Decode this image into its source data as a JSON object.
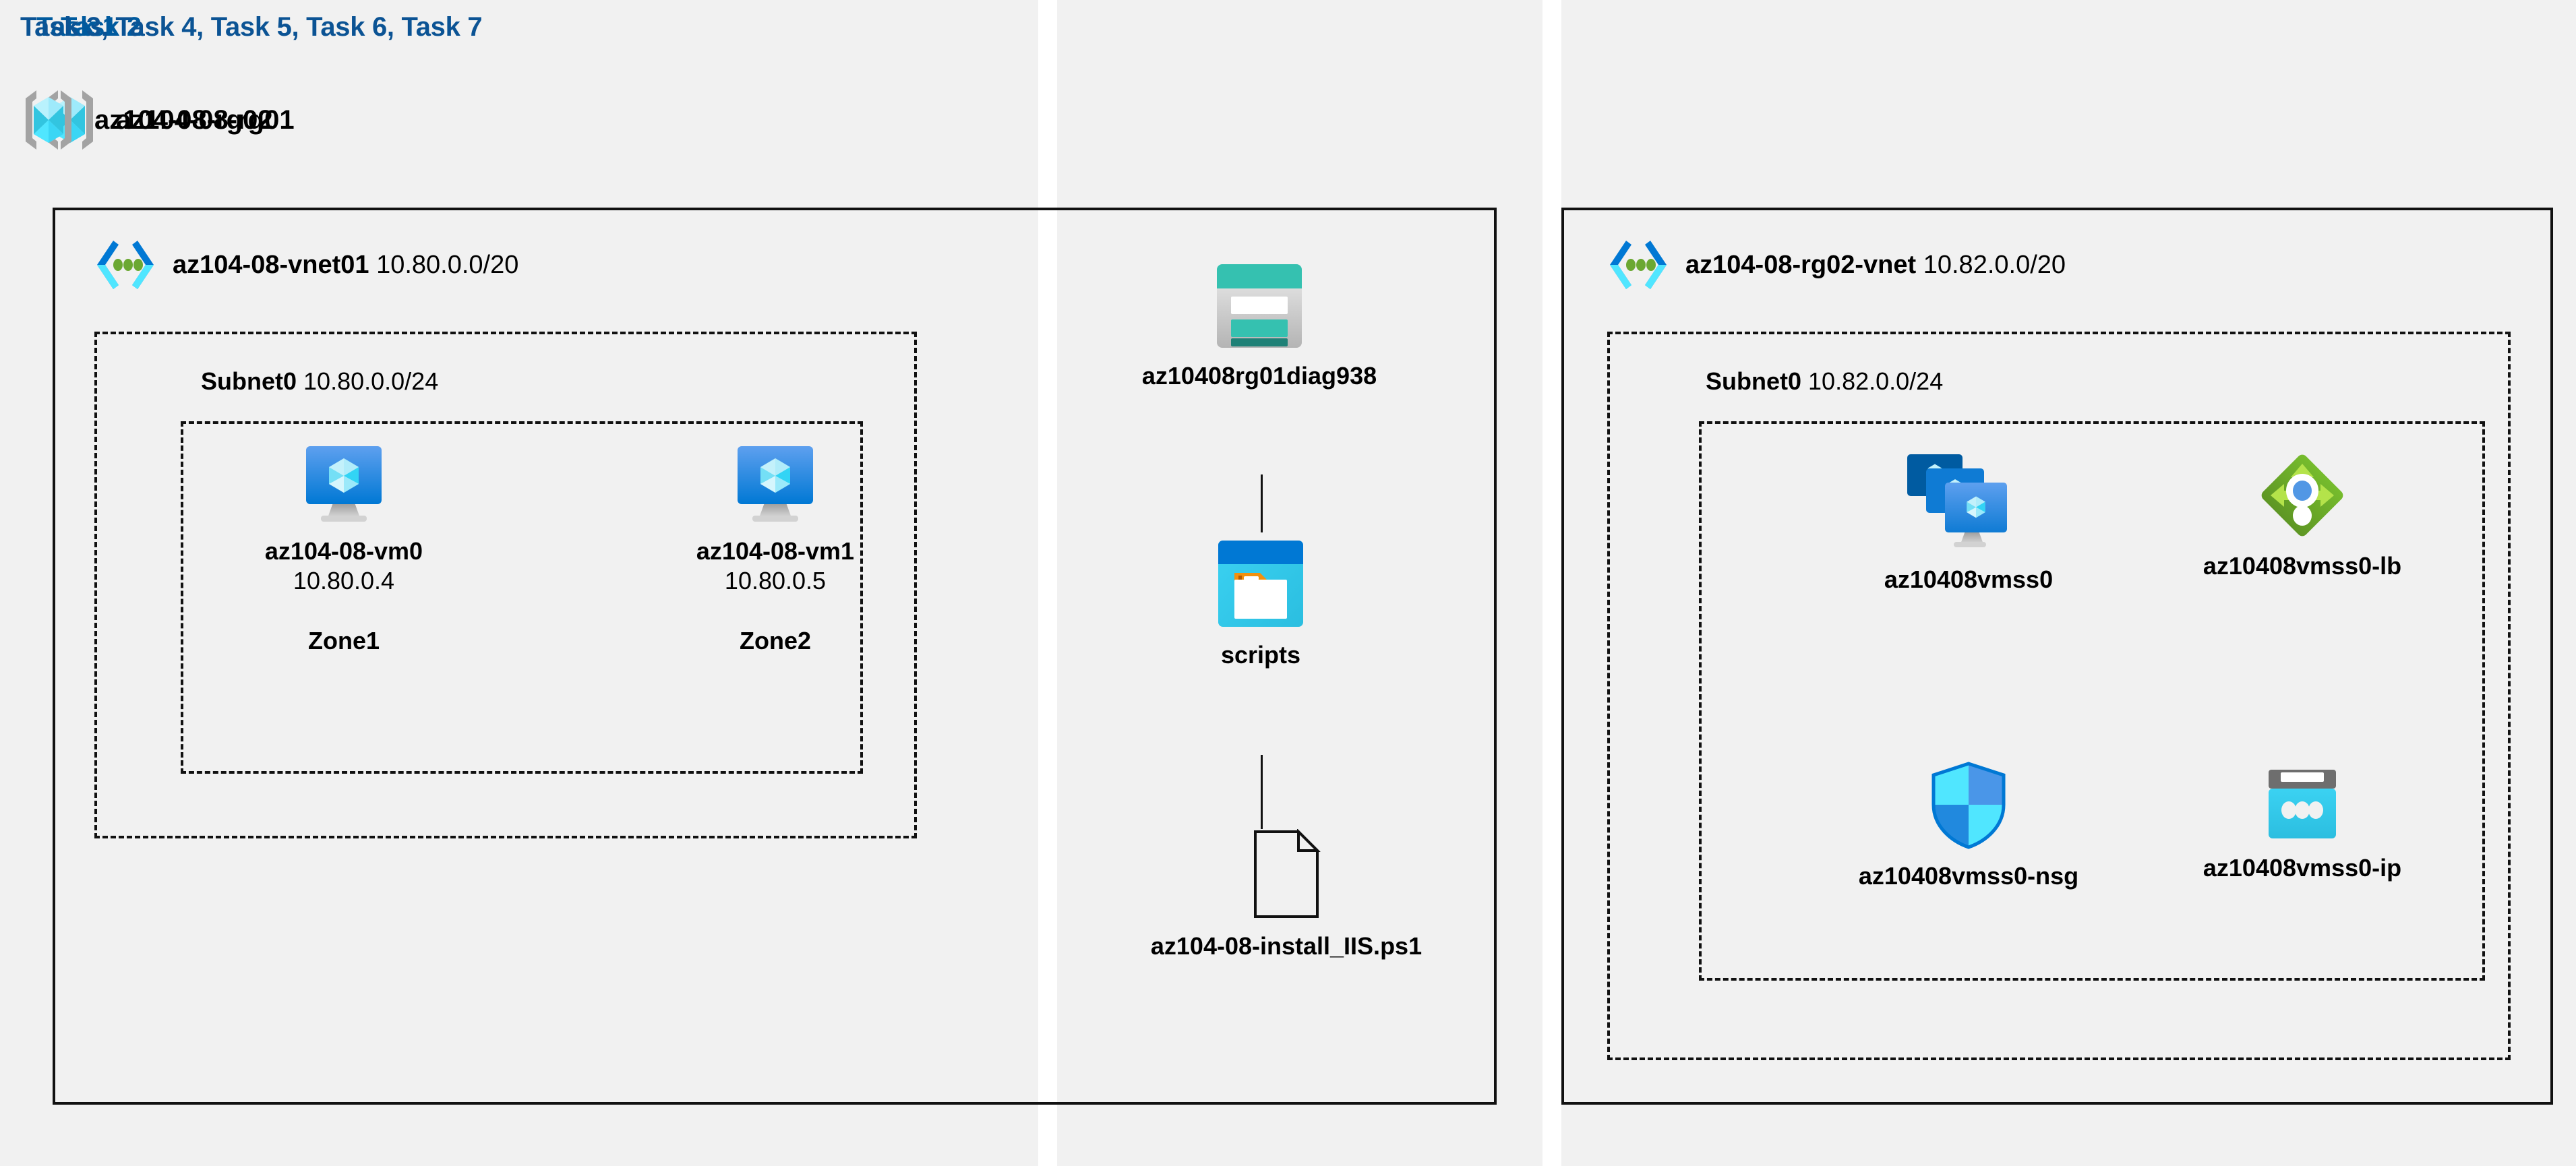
{
  "colors": {
    "panel_bg": "#f1f1f1",
    "page_bg": "#ffffff",
    "task_heading_blue": "#005A9E",
    "task_heading_blue_dark": "#0B5394",
    "border_black": "#111111",
    "azure_blue": "#0078D4",
    "azure_cyan": "#32D4F5",
    "storage_teal": "#35C1B0",
    "storage_teal_dark": "#1F8177",
    "lb_green": "#5E9624",
    "lb_green_light": "#9BD02F",
    "folder_orange": "#F2900D"
  },
  "panels": [
    {
      "id": "task1",
      "heading": "Task 1",
      "resource_group": {
        "name": "az104-08-rg01",
        "icon": "resource-group-icon"
      },
      "vnet": {
        "name": "az104-08-vnet01",
        "cidr": "10.80.0.0/20",
        "icon": "virtual-network-icon"
      },
      "subnet": {
        "name": "Subnet0",
        "cidr": "10.80.0.0/24"
      },
      "vms": [
        {
          "name": "az104-08-vm0",
          "ip": "10.80.0.4",
          "zone": "Zone1",
          "icon": "virtual-machine-icon"
        },
        {
          "name": "az104-08-vm1",
          "ip": "10.80.0.5",
          "zone": "Zone2",
          "icon": "virtual-machine-icon"
        }
      ]
    },
    {
      "id": "task2",
      "heading": "Task 2",
      "items": [
        {
          "name": "az10408rg01diag938",
          "icon": "storage-account-icon"
        },
        {
          "name": "scripts",
          "icon": "blob-container-icon"
        },
        {
          "name": "az104-08-install_IIS.ps1",
          "icon": "script-file-icon"
        }
      ]
    },
    {
      "id": "task3",
      "heading": "Task 3, Task 4, Task 5, Task 6, Task 7",
      "resource_group": {
        "name": "az104-08-rg02",
        "icon": "resource-group-icon"
      },
      "vnet": {
        "name": "az104-08-rg02-vnet",
        "cidr": "10.82.0.0/20",
        "icon": "virtual-network-icon"
      },
      "subnet": {
        "name": "Subnet0",
        "cidr": "10.82.0.0/24"
      },
      "resources": [
        {
          "name": "az10408vmss0",
          "icon": "vm-scale-set-icon"
        },
        {
          "name": "az10408vmss0-lb",
          "icon": "load-balancer-icon"
        },
        {
          "name": "az10408vmss0-nsg",
          "icon": "network-security-group-icon"
        },
        {
          "name": "az10408vmss0-ip",
          "icon": "public-ip-address-icon"
        }
      ]
    }
  ]
}
